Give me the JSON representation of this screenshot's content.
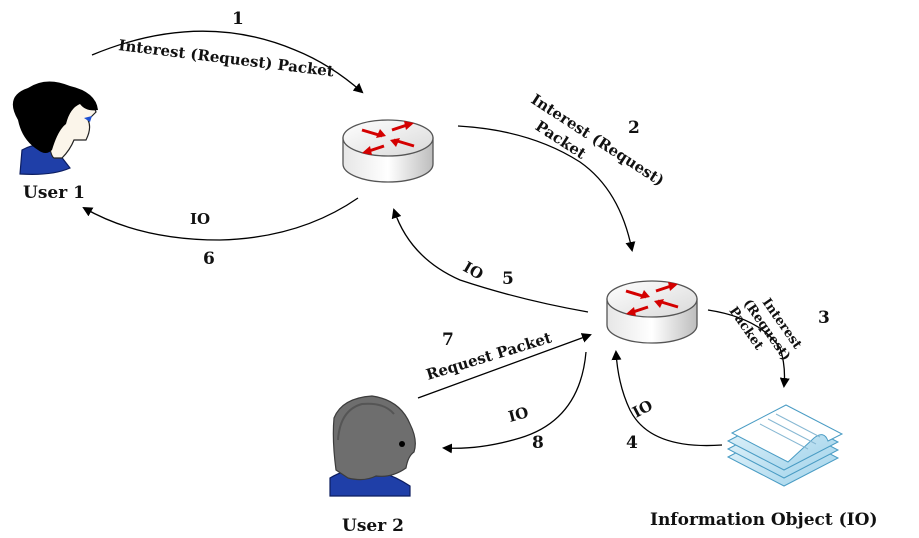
{
  "title": "",
  "nodes": {
    "user1": {
      "label": "User 1"
    },
    "user2": {
      "label": "User 2"
    },
    "router_a": {
      "label": ""
    },
    "router_b": {
      "label": ""
    },
    "info_object": {
      "label": "Information Object (IO)"
    }
  },
  "steps": [
    {
      "number": "1",
      "label": "Interest (Request) Packet"
    },
    {
      "number": "2",
      "label_line1": "Interest (Request)",
      "label_line2": "Packet"
    },
    {
      "number": "3",
      "label_line1": "Interest",
      "label_line2": "(Request)",
      "label_line3": "Packet"
    },
    {
      "number": "4",
      "label": "IO"
    },
    {
      "number": "5",
      "label": "IO"
    },
    {
      "number": "6",
      "label": "IO"
    },
    {
      "number": "7",
      "label": "Request Packet"
    },
    {
      "number": "8",
      "label": "IO"
    }
  ],
  "colors": {
    "user1_hair": "#000000",
    "user1_shirt": "#1f3fa8",
    "user2_figure": "#6e6e6e",
    "router_body": "#f2f2f2",
    "router_arrows": "#d40000",
    "document_fill": "#cfe8f5",
    "arrow": "#000000"
  }
}
